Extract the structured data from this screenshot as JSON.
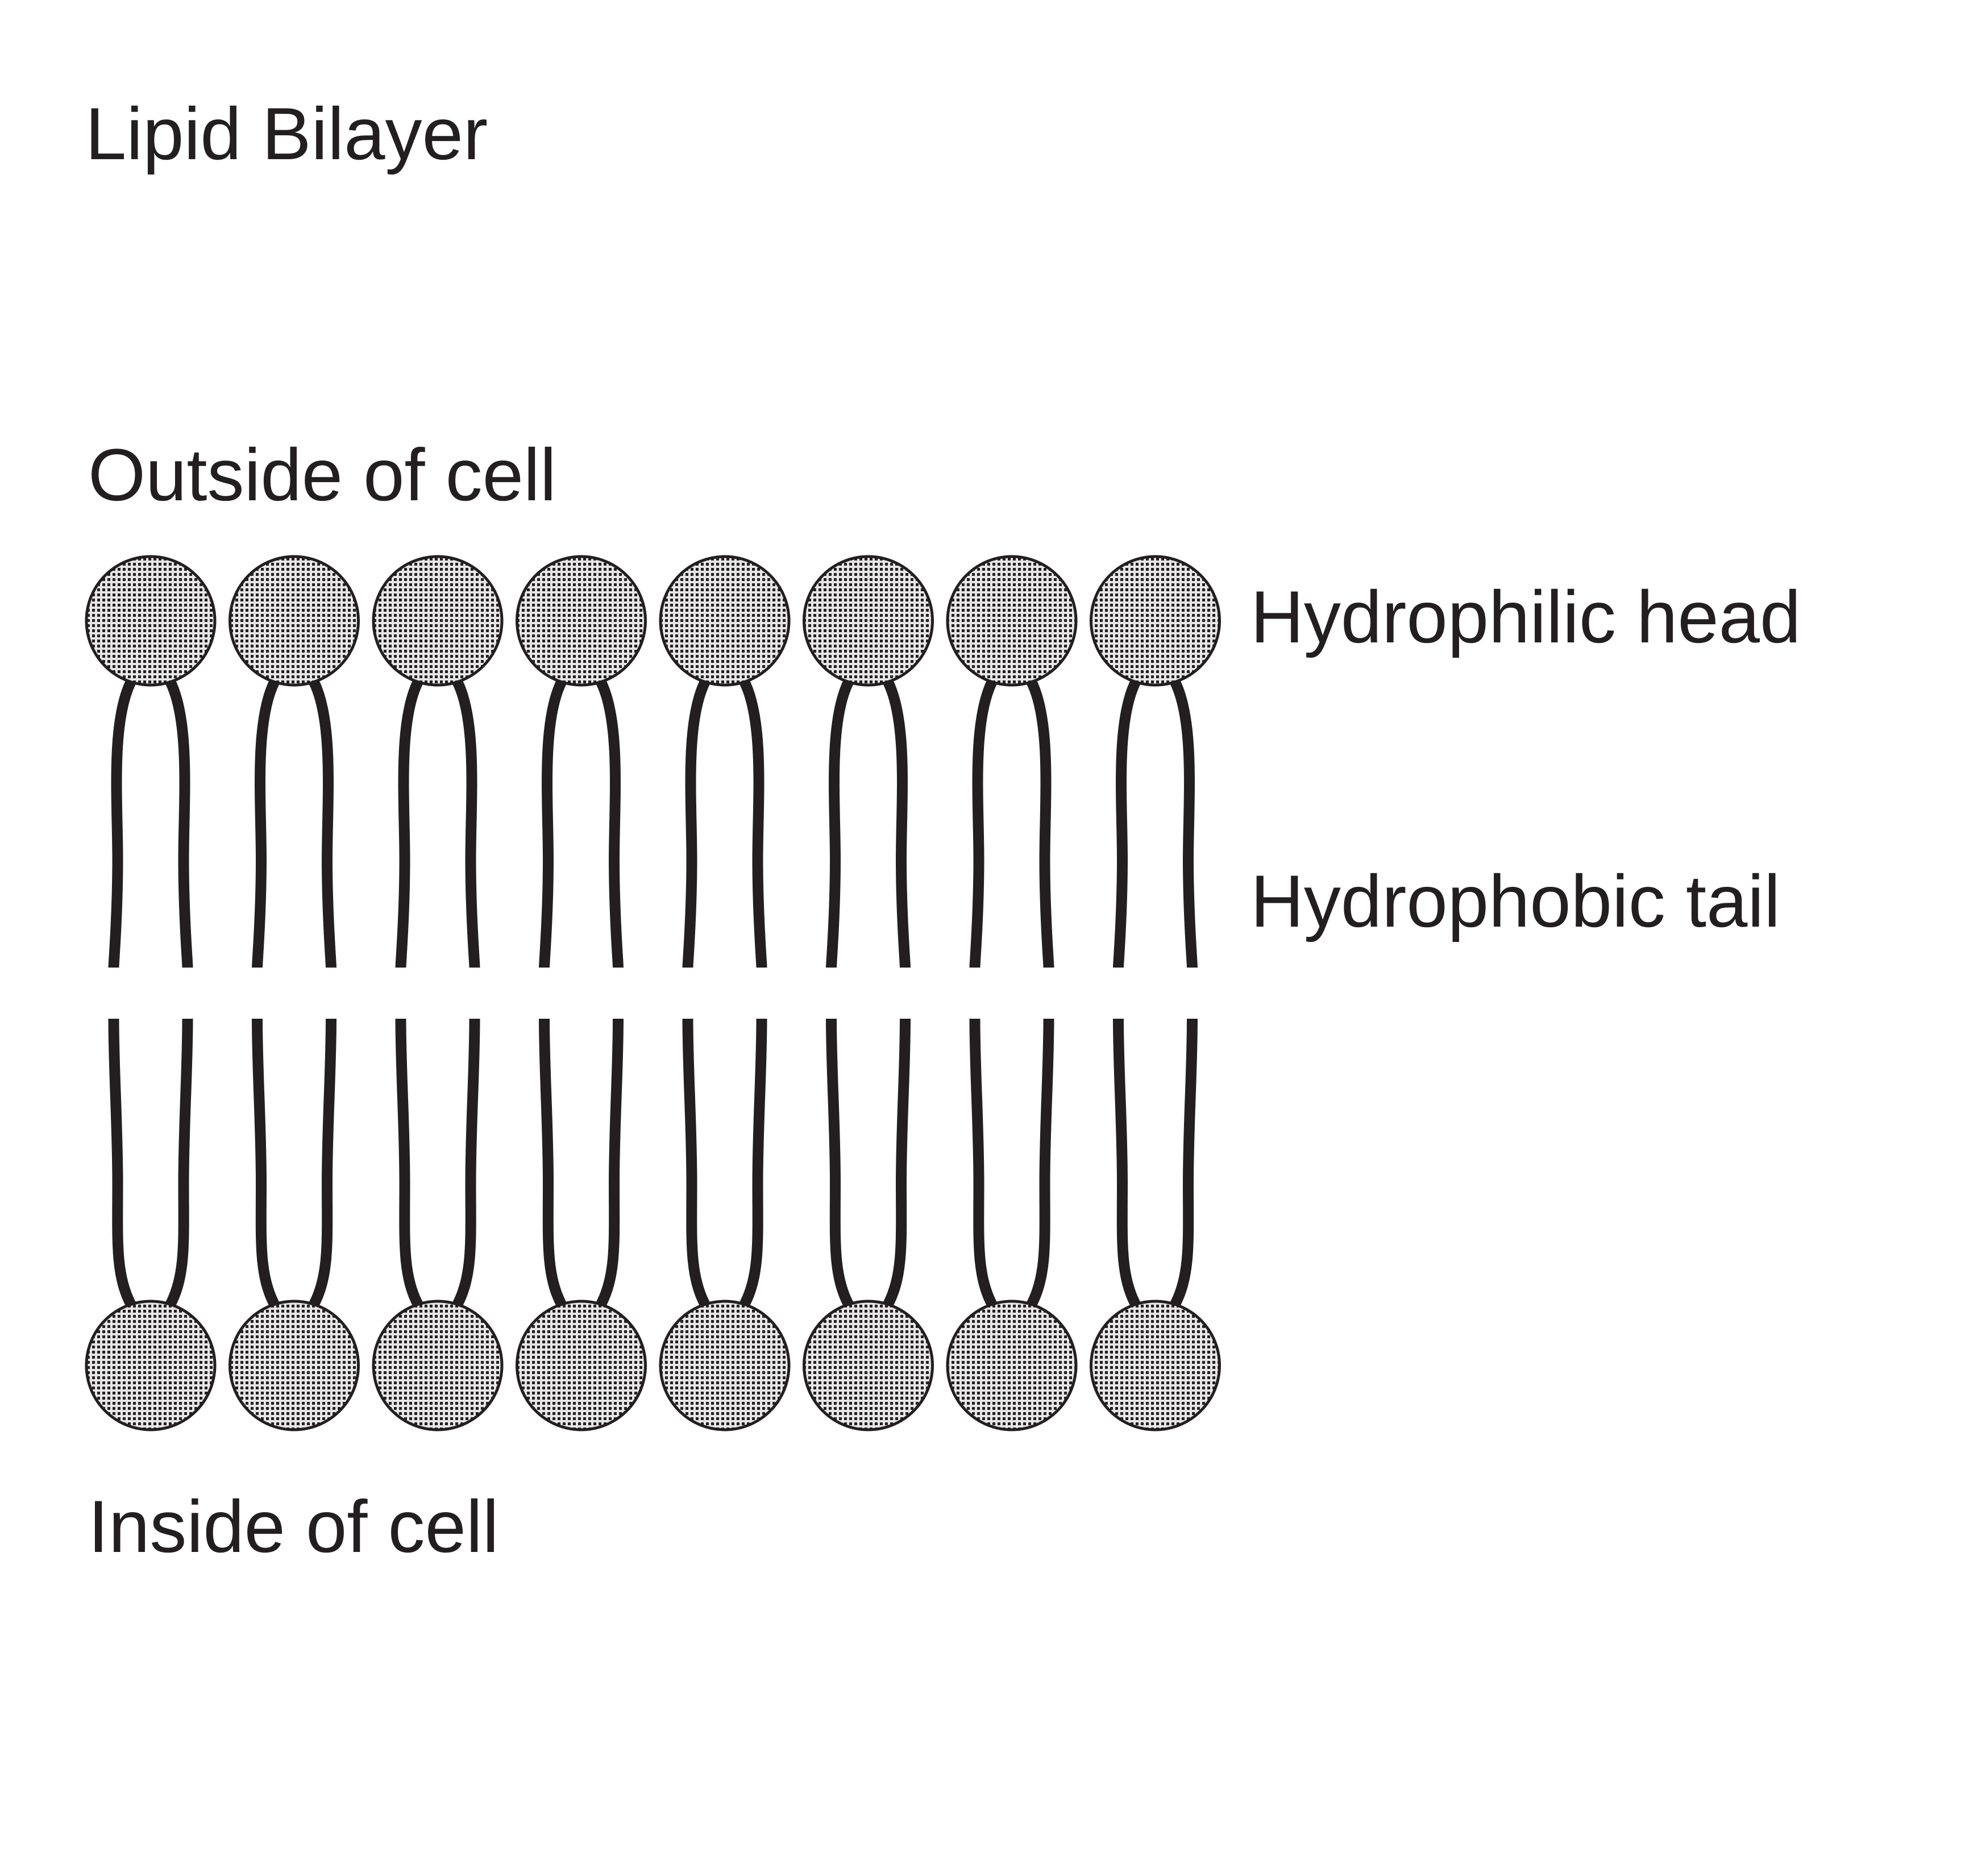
{
  "title": "Lipid Bilayer",
  "labels": {
    "outside": "Outside of cell",
    "inside": "Inside of cell",
    "head": "Hydrophilic head",
    "tail": "Hydrophobic tail"
  },
  "bilayer": {
    "molecules_per_layer": 8,
    "layers": 2
  },
  "colors": {
    "ink": "#231f20",
    "head_fill_base": "#d9d9d9",
    "head_fill_dots": "#231f20",
    "background": "#ffffff"
  }
}
